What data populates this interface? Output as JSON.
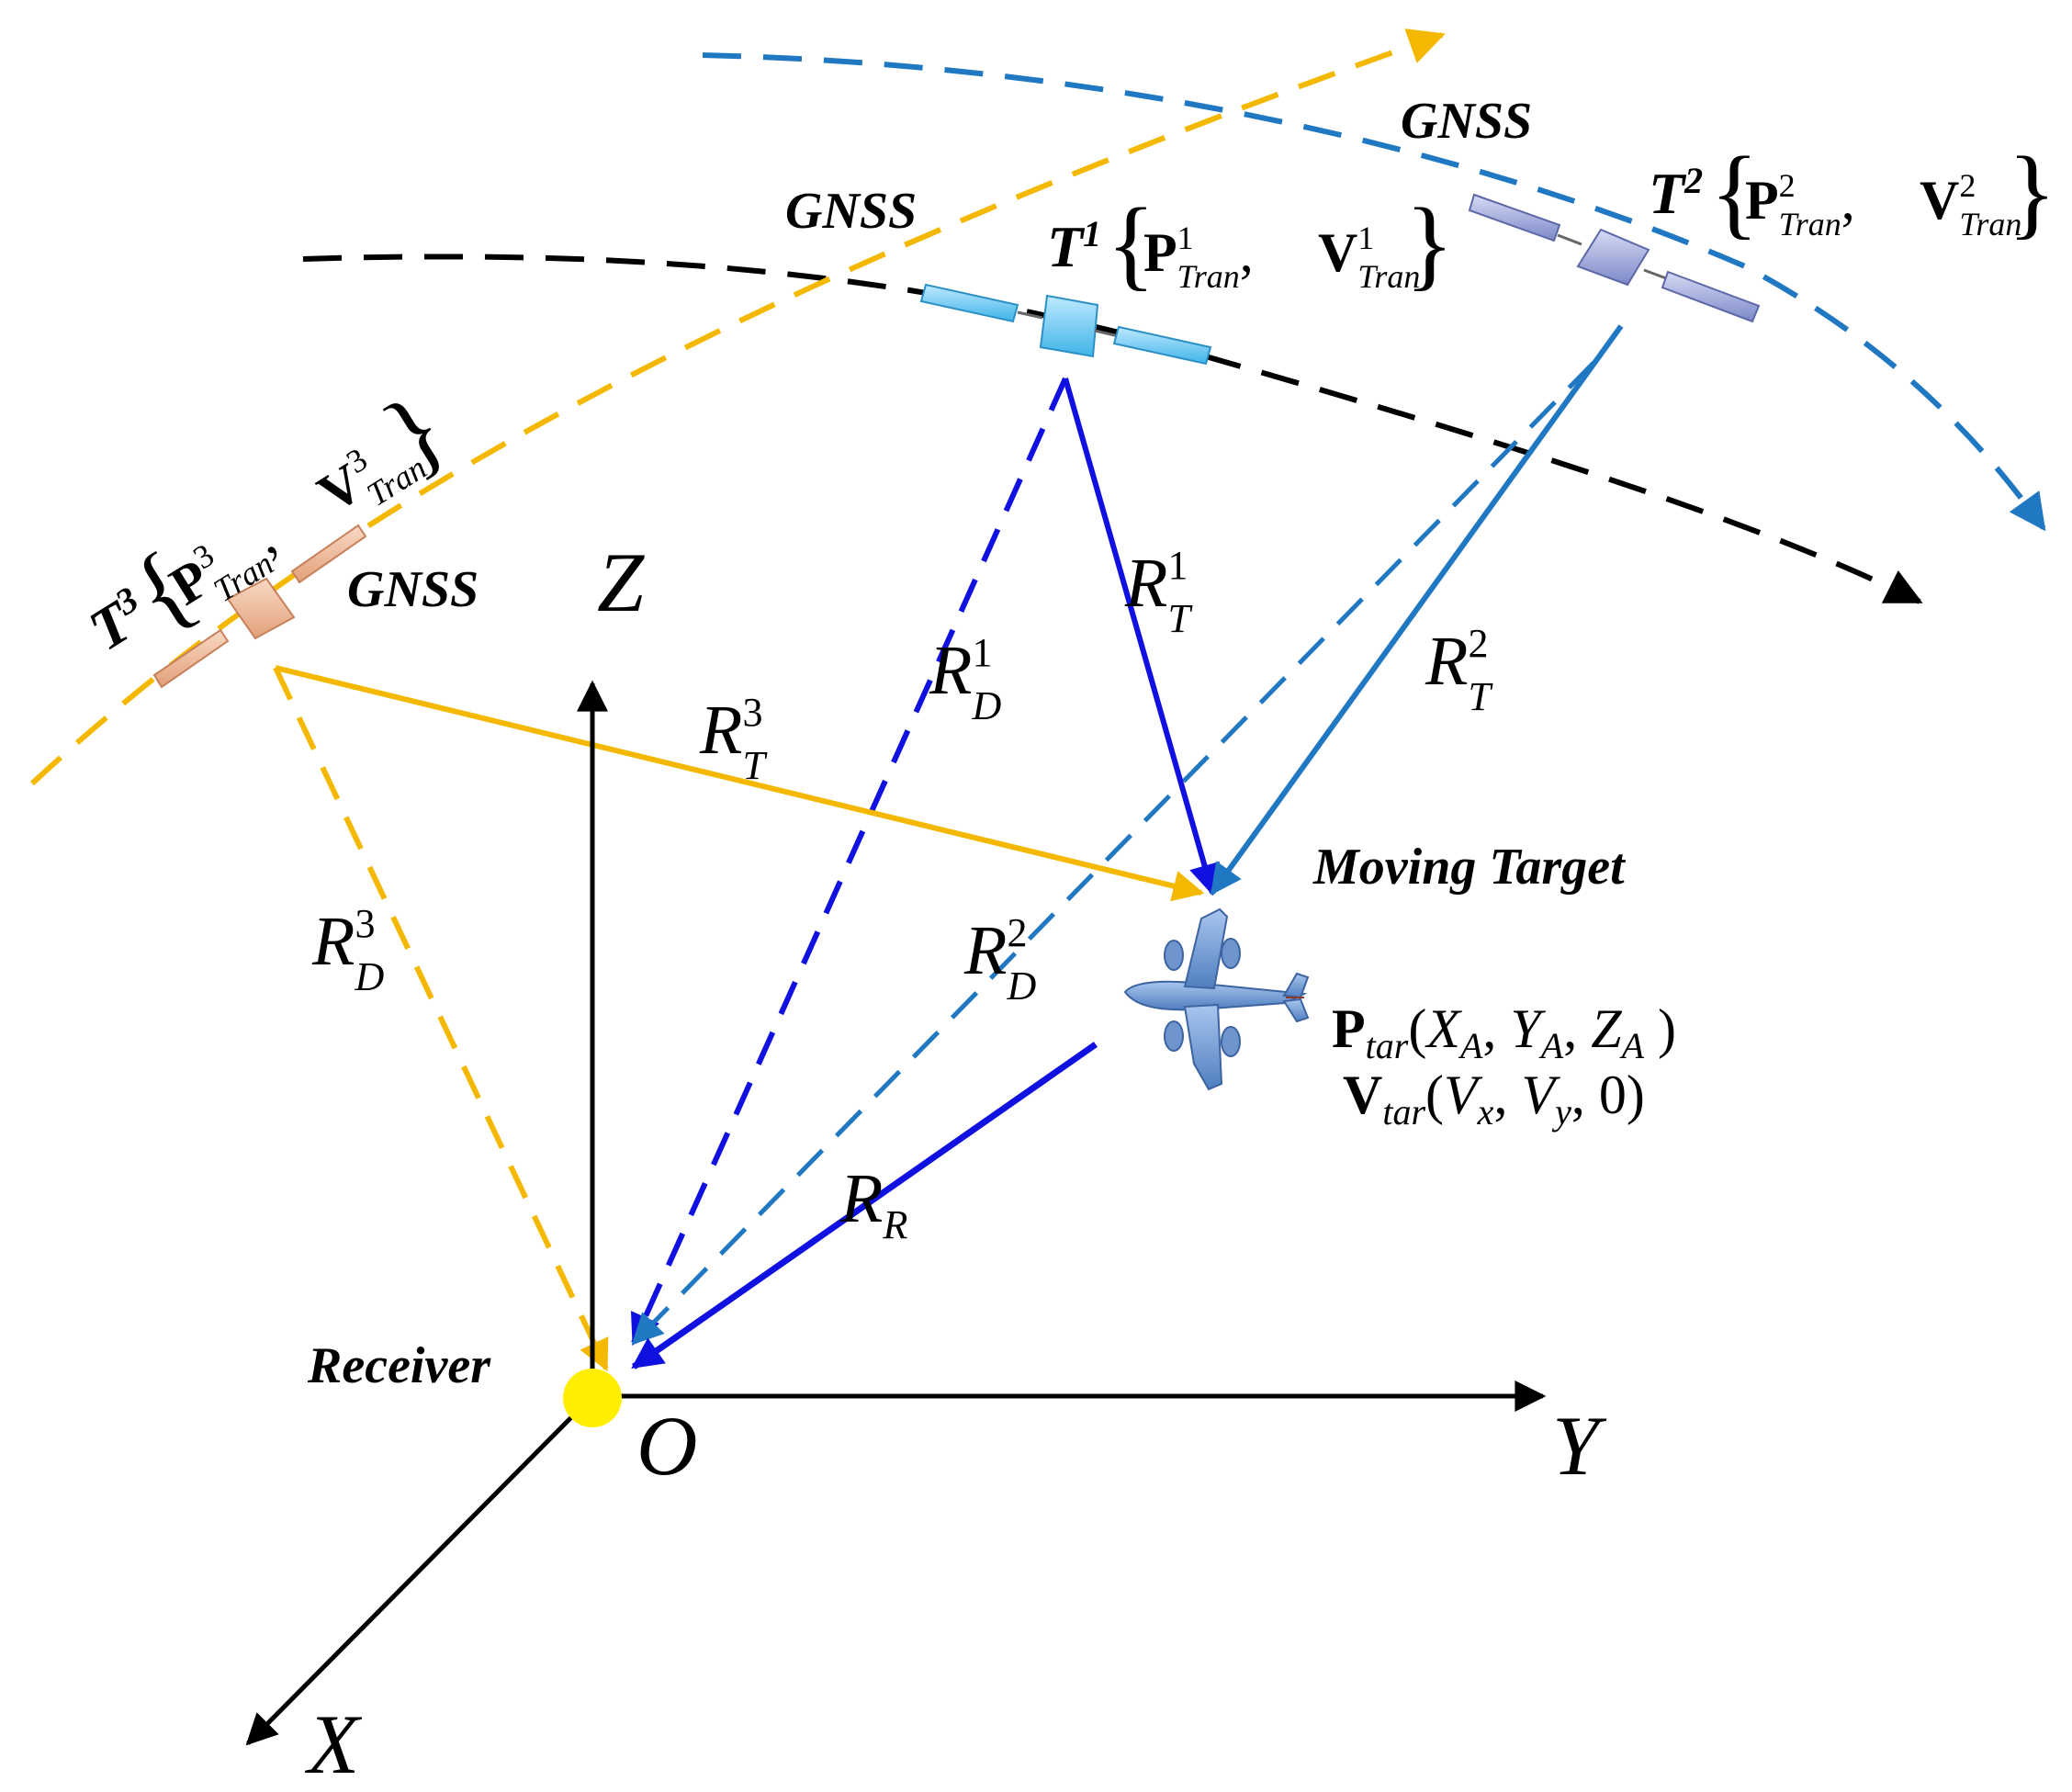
{
  "axes": {
    "z": "Z",
    "y": "Y",
    "x": "X",
    "origin": "O"
  },
  "receiver": {
    "label": "Receiver"
  },
  "target": {
    "title": "Moving Target",
    "pos_main": "P",
    "pos_sub": "tar",
    "pos_open": "(",
    "pos_x": "X",
    "pos_x_sub": "A",
    "pos_y": "Y",
    "pos_y_sub": "A",
    "pos_z": "Z",
    "pos_z_sub": "A",
    "pos_close": " )",
    "vel_main": "V",
    "vel_sub": "tar",
    "vel_open": "(",
    "vel_x": "V",
    "vel_x_sub": "x",
    "vel_y": "V",
    "vel_y_sub": "y",
    "vel_tail": ", 0)",
    "comma": ", "
  },
  "gnss_label": "GNSS",
  "transmitters": [
    {
      "name": "T",
      "sup": "1",
      "p": "P",
      "v": "V",
      "idx": "1",
      "sub": "Tran"
    },
    {
      "name": "T",
      "sup": "2",
      "p": "P",
      "v": "V",
      "idx": "2",
      "sub": "Tran"
    },
    {
      "name": "T",
      "sup": "3",
      "p": "P",
      "v": "V",
      "idx": "3",
      "sub": "Tran"
    }
  ],
  "ranges": {
    "rt1": {
      "main": "R",
      "sub": "T",
      "sup": "1"
    },
    "rt2": {
      "main": "R",
      "sub": "T",
      "sup": "2"
    },
    "rt3": {
      "main": "R",
      "sub": "T",
      "sup": "3"
    },
    "rd1": {
      "main": "R",
      "sub": "D",
      "sup": "1"
    },
    "rd2": {
      "main": "R",
      "sub": "D",
      "sup": "2"
    },
    "rd3": {
      "main": "R",
      "sub": "D",
      "sup": "3"
    },
    "rr": {
      "main": "R",
      "sub": "R"
    }
  },
  "colors": {
    "orbit_black": "#000000",
    "orbit_blue": "#1f78c1",
    "orbit_yellow": "#f5b800",
    "path_sat1": "#1010e0",
    "path_sat2": "#1f78c1",
    "path_sat3": "#f5b800",
    "receiver_dot": "#ffee00"
  }
}
